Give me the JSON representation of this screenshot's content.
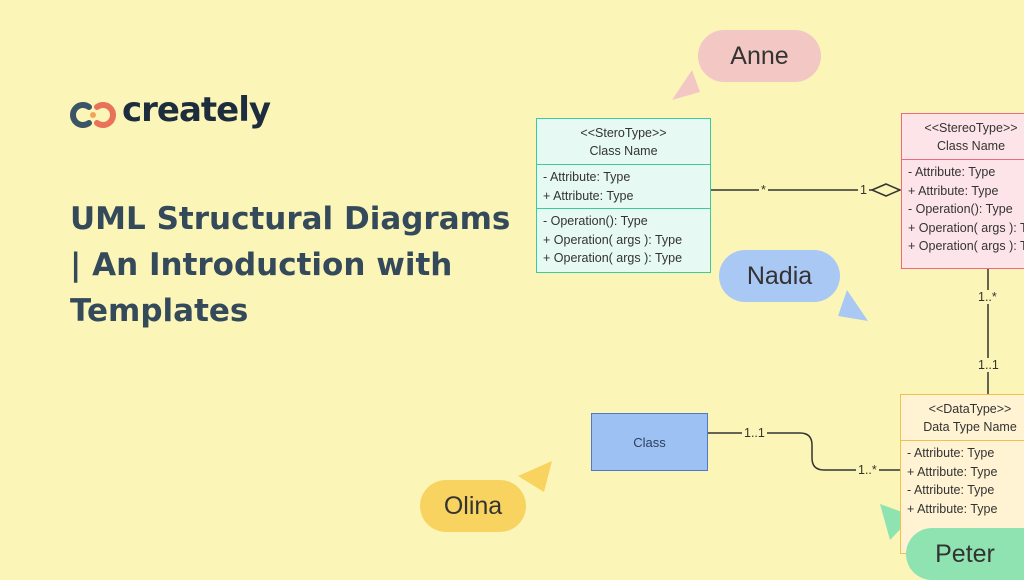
{
  "brand": {
    "name": "creately"
  },
  "title": {
    "lines": [
      " UML Structural Diagrams",
      "| An Introduction with",
      "Templates"
    ]
  },
  "diagram": {
    "class_a": {
      "stereotype": "<<SteroType>>",
      "name": "Class Name",
      "attributes": [
        "-  Attribute: Type",
        "+ Attribute: Type"
      ],
      "operations": [
        "-  Operation(): Type",
        "+ Operation( args ): Type",
        "+ Operation( args ): Type"
      ]
    },
    "class_b": {
      "stereotype": "<<StereoType>>",
      "name": "Class Name",
      "members": [
        "-  Attribute: Type",
        "+ Attribute: Type",
        "-  Operation(): Type",
        "+ Operation( args ): Type",
        "+ Operation( args ): Type"
      ]
    },
    "class_c": {
      "stereotype": "<<DataType>>",
      "name": "Data Type Name",
      "attributes": [
        "-  Attribute: Type",
        "+ Attribute: Type",
        "-  Attribute: Type",
        "+ Attribute: Type"
      ]
    },
    "class_plain": {
      "name": "Class"
    },
    "multiplicities": {
      "a_to_b_left": "*",
      "a_to_b_right": "1",
      "b_to_c_top": "1..*",
      "b_to_c_bottom": "1..1",
      "class_to_c_left": "1..1",
      "class_to_c_right": "1..*"
    }
  },
  "collaborators": {
    "anne": "Anne",
    "nadia": "Nadia",
    "olina": "Olina",
    "peter": "Peter"
  },
  "colors": {
    "background": "#fbf6b8",
    "title": "#34495a",
    "class_a": "#3ccc9c",
    "class_b": "#ec6b81",
    "class_c": "#f2c14b",
    "class_plain": "#9ec1f3",
    "anne": "#f3c8c4",
    "nadia": "#a9c8f4",
    "olina": "#f8d35f",
    "peter": "#8fe3b1"
  }
}
